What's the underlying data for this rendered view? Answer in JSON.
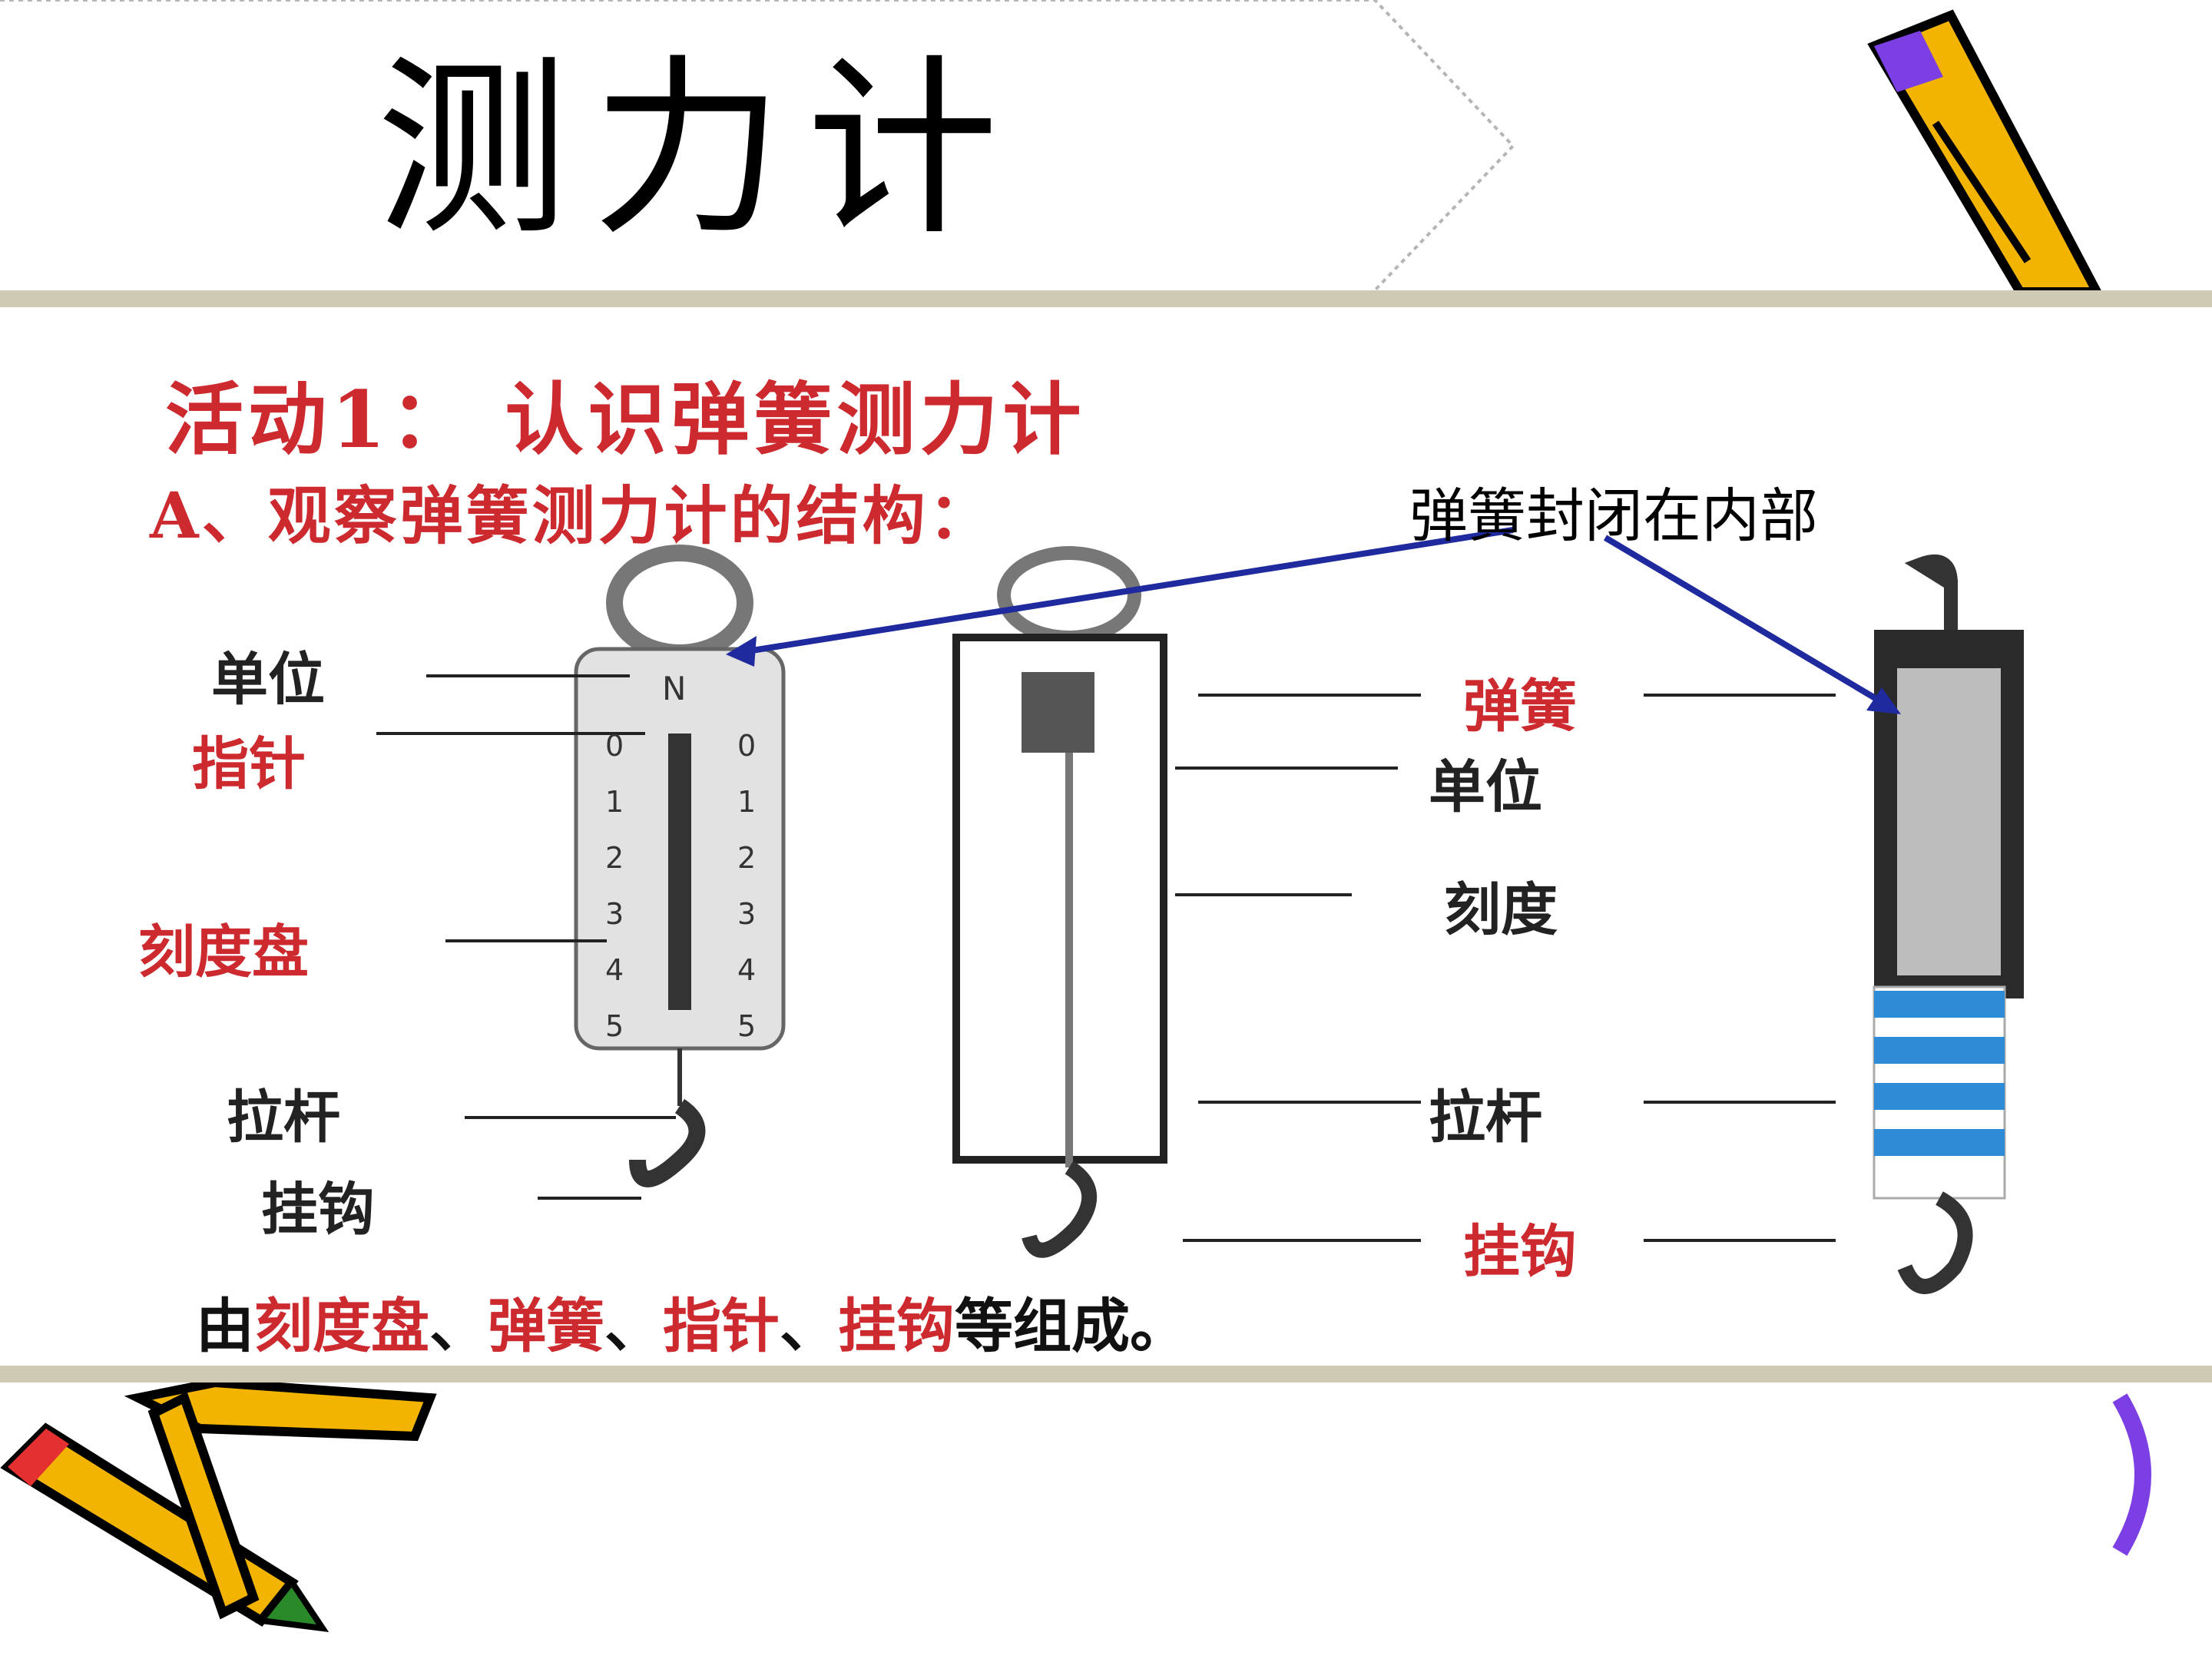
{
  "slide": {
    "title": "测力计"
  },
  "activity": {
    "title": "活动1： 认识弹簧测力计",
    "structure": "A、观察弹簧测力计的结构：",
    "enclosed_note": "弹簧封闭在内部"
  },
  "left_labels": {
    "unit": "单位",
    "pointer": "指针",
    "dial": "刻度盘",
    "rod": "拉杆",
    "hook": "挂钩"
  },
  "right_labels": {
    "spring": "弹簧",
    "unit": "单位",
    "scale": "刻度",
    "rod": "拉杆",
    "hook": "挂钩"
  },
  "summary": {
    "prefix": "由",
    "part1": "刻度盘",
    "sep1": "、",
    "part2": "弹簧",
    "sep2": "、",
    "part3": "指针",
    "sep3": "、",
    "part4": "挂钩",
    "suffix": "等组成。"
  },
  "meter": {
    "unit_symbol": "N",
    "ticks_left": [
      "0",
      "1",
      "2",
      "3",
      "4",
      "5"
    ],
    "ticks_right": [
      "0",
      "1",
      "2",
      "3",
      "4",
      "5"
    ]
  },
  "colors": {
    "accent_red": "#cc2a2f",
    "arrow_blue": "#1f2a9e",
    "band": "#cfcab4",
    "pencil_yellow": "#f2b400",
    "pencil_purple": "#7b3fe4"
  }
}
